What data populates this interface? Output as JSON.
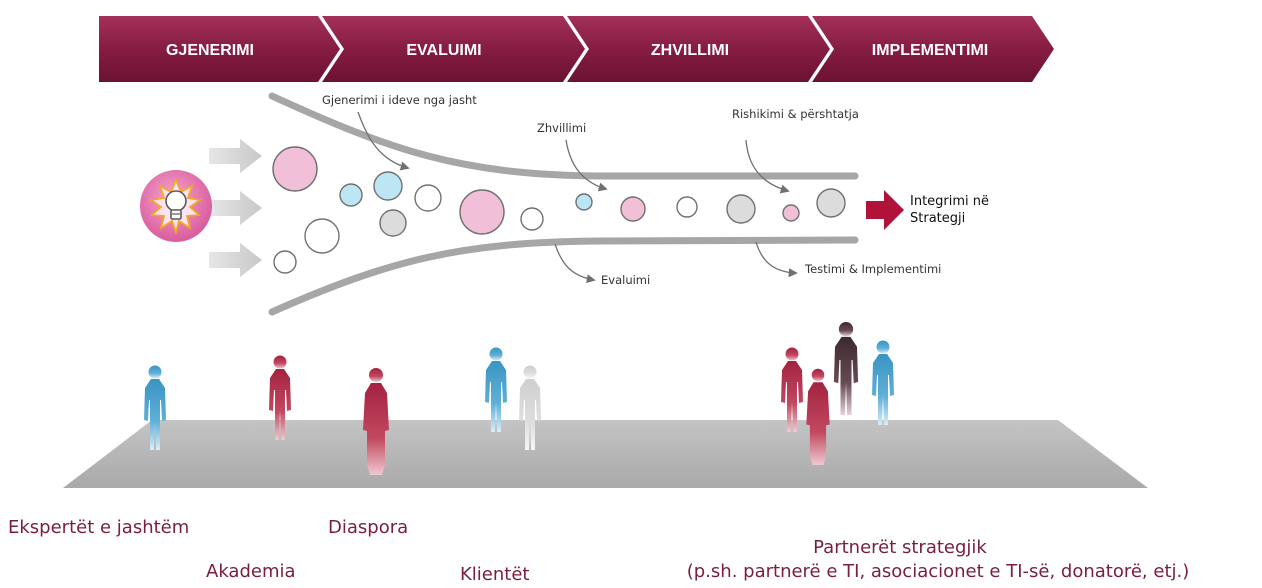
{
  "stages": [
    "GJENERIMI",
    "EVALUIMI",
    "ZHVILLIMI",
    "IMPLEMENTIMI"
  ],
  "annotations": {
    "external_ideas": "Gjenerimi i ideve nga jasht",
    "development": "Zhvillimi",
    "review": "Rishikimi & përshtatja",
    "evaluation": "Evaluimi",
    "testing": "Testimi & Implementimi"
  },
  "output": {
    "line1": "Integrimi në",
    "line2": "Strategji"
  },
  "groups": {
    "external_experts": "Ekspertët e jashtëm",
    "academia": "Akademia",
    "diaspora": "Diaspora",
    "clients": "Klientët",
    "partners_title": "Partnerët strategjik",
    "partners_detail": "(p.sh. partnerë e TI, asociacionet e TI-së, donatorë,  etj.)"
  },
  "colors": {
    "stage_banner": "#8b1f46",
    "pink": "#f2bfd8",
    "blue": "#bde6f5",
    "gray": "#dcdcdc",
    "accent_red": "#b0123a",
    "person_blue": "#3f9cc8",
    "person_red": "#a8243f",
    "label_text": "#7a1f3a"
  },
  "icons": [
    "lightbulb-icon",
    "input-arrow-icon",
    "output-arrow-icon",
    "person-icon"
  ]
}
